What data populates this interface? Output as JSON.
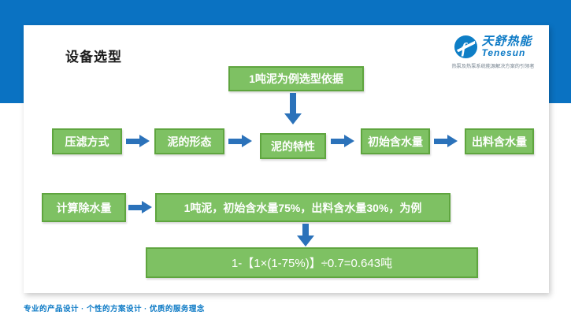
{
  "slide": {
    "title": "设备选型",
    "footer": "专业的产品设计 · 个性的方案设计 · 优质的服务理念"
  },
  "logo": {
    "name_cn": "天舒热能",
    "name_en": "Tenesun",
    "tagline": "热泵及热泵系统能源解决方案的引领者"
  },
  "flowchart": {
    "top_box": "1吨泥为例选型依据",
    "row1": [
      "压滤方式",
      "泥的形态",
      "泥的特性",
      "初始含水量",
      "出料含水量"
    ],
    "row2_label": "计算除水量",
    "row2_detail": "1吨泥，初始含水量75%，出料含水量30%，为例",
    "formula": "1-【1×(1-75%)】÷0.7=0.643吨"
  },
  "colors": {
    "band_blue": "#0a72c2",
    "box_green": "#7ec163",
    "box_border_green": "#5fa53f",
    "arrow_blue": "#2b72ba",
    "accent_blue": "#0b79c5"
  }
}
